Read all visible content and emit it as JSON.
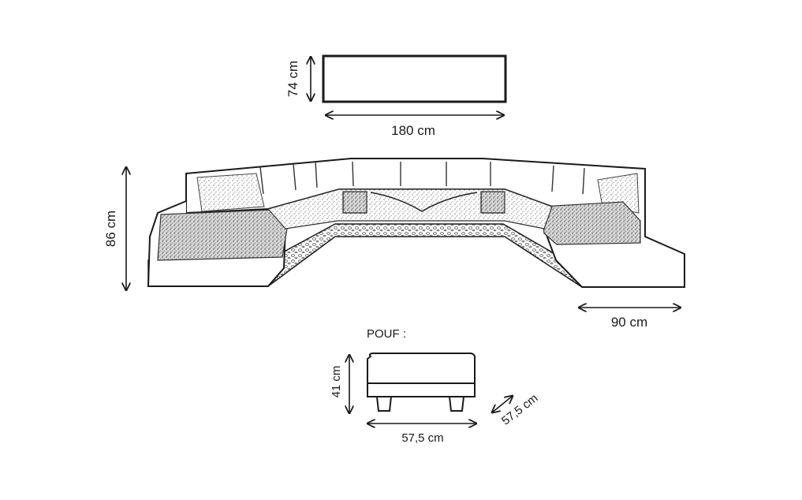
{
  "table": {
    "height_label": "74 cm",
    "width_label": "180 cm"
  },
  "sofa": {
    "height_label": "86 cm",
    "depth_label": "90 cm"
  },
  "pouf": {
    "title": "POUF :",
    "height_label": "41 cm",
    "width_label": "57,5 cm",
    "depth_label": "57,5 cm"
  },
  "colors": {
    "line": "#1a1a1a",
    "fabric": "#9a9a9a",
    "background": "#ffffff"
  }
}
